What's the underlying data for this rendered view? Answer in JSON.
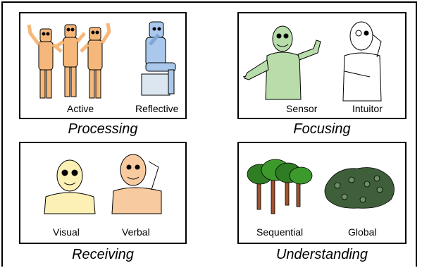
{
  "panels": {
    "processing": {
      "caption": "Processing",
      "left_label": "Active",
      "right_label": "Reflective"
    },
    "focusing": {
      "caption": "Focusing",
      "left_label": "Sensor",
      "right_label": "Intuitor"
    },
    "receiving": {
      "caption": "Receiving",
      "left_label": "Visual",
      "right_label": "Verbal"
    },
    "understanding": {
      "caption": "Understanding",
      "left_label": "Sequential",
      "right_label": "Global"
    }
  },
  "colors": {
    "active": "#f5b87a",
    "reflective": "#a9c8ec",
    "sensor": "#b8dcaa",
    "intuitor": "#ffffff",
    "visual": "#fdf0b5",
    "verbal": "#f8caa0",
    "trees": "#2e7d22",
    "trunks": "#a0522d",
    "global": "#3f5f3a"
  }
}
